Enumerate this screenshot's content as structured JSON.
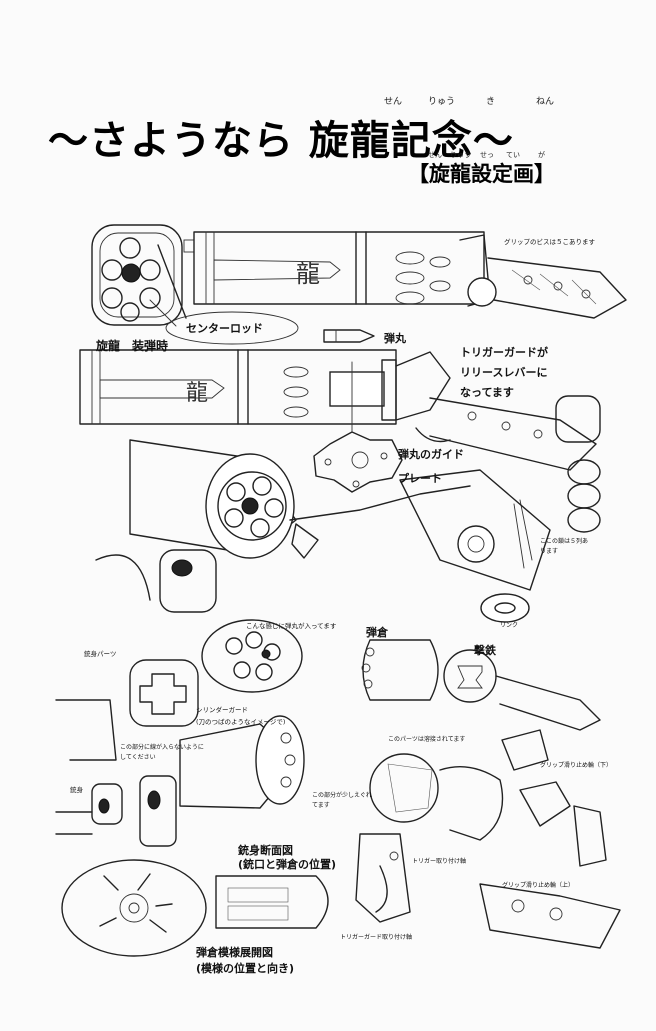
{
  "title": {
    "text": "〜さようなら 旋龍記念〜",
    "ruby": [
      "せん",
      "りゅう",
      "き",
      "ねん"
    ]
  },
  "subtitle": {
    "text": "【旋龍設定画】",
    "ruby": [
      "せん",
      "りゅう",
      "せっ",
      "てい",
      "が"
    ]
  },
  "labels": {
    "grip_screws": "グリップのビスは５こあります",
    "center_rod": "センターロッド",
    "loading": "旋龍　装弾時",
    "bullet": "弾丸",
    "trigger_guard_1": "トリガーガードが",
    "trigger_guard_2": "リリースレバーに",
    "trigger_guard_3": "なってます",
    "guide_plate_1": "弾丸のガイド",
    "guide_plate_2": "プレート",
    "ring_1": "ここの鎖は５列あ",
    "ring_2": "ります",
    "link": "リンク",
    "bullet_inside": "こんな感じに弾丸が入ってます",
    "barrel_parts": "銃身パーツ",
    "magazine": "弾倉",
    "hammer": "撃鉄",
    "cylinder_guard_1": "シリンダーガード",
    "cylinder_guard_2": "(刀のつばのようなイメージで)",
    "no_gap_1": "この部分に線が入らないように",
    "no_gap_2": "してください",
    "welded": "このパーツは溶接されてます",
    "grip_stop_lower": "グリップ滑り止め輪（下）",
    "barrel": "銃身",
    "slightly_1": "この部分が少しえぐれ",
    "slightly_2": "てます",
    "cross_section_1": "銃身断面図",
    "cross_section_2": "(銃口と弾倉の位置)",
    "trigger_mount": "トリガー取り付け軸",
    "grip_stop_upper": "グリップ滑り止め輪（上）",
    "tg_mount": "トリガーガード取り付け軸",
    "pattern_1": "弾倉模様展開図",
    "pattern_2": "(模様の位置と向き)"
  }
}
